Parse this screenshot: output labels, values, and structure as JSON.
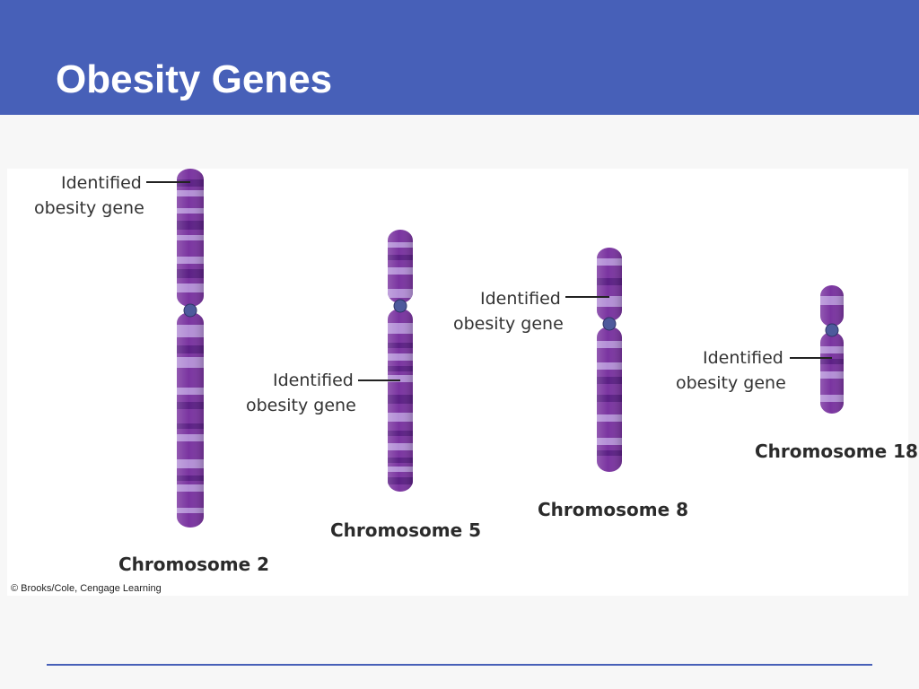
{
  "slide": {
    "title": "Obesity Genes",
    "credit": "© Brooks/Cole, Cengage Learning"
  },
  "colors": {
    "header": "#4760b8",
    "chromosome": "#7a34a0",
    "band_light": "#b38fd6",
    "band_dark": "#5b1f85",
    "centromere": "#4e5a9c"
  },
  "chromosomes": [
    {
      "name": "Chromosome 2",
      "gene_label_line1": "Identified",
      "gene_label_line2": "obesity gene"
    },
    {
      "name": "Chromosome 5",
      "gene_label_line1": "Identified",
      "gene_label_line2": "obesity gene"
    },
    {
      "name": "Chromosome 8",
      "gene_label_line1": "Identified",
      "gene_label_line2": "obesity gene"
    },
    {
      "name": "Chromosome 18",
      "gene_label_line1": "Identified",
      "gene_label_line2": "obesity gene"
    }
  ]
}
